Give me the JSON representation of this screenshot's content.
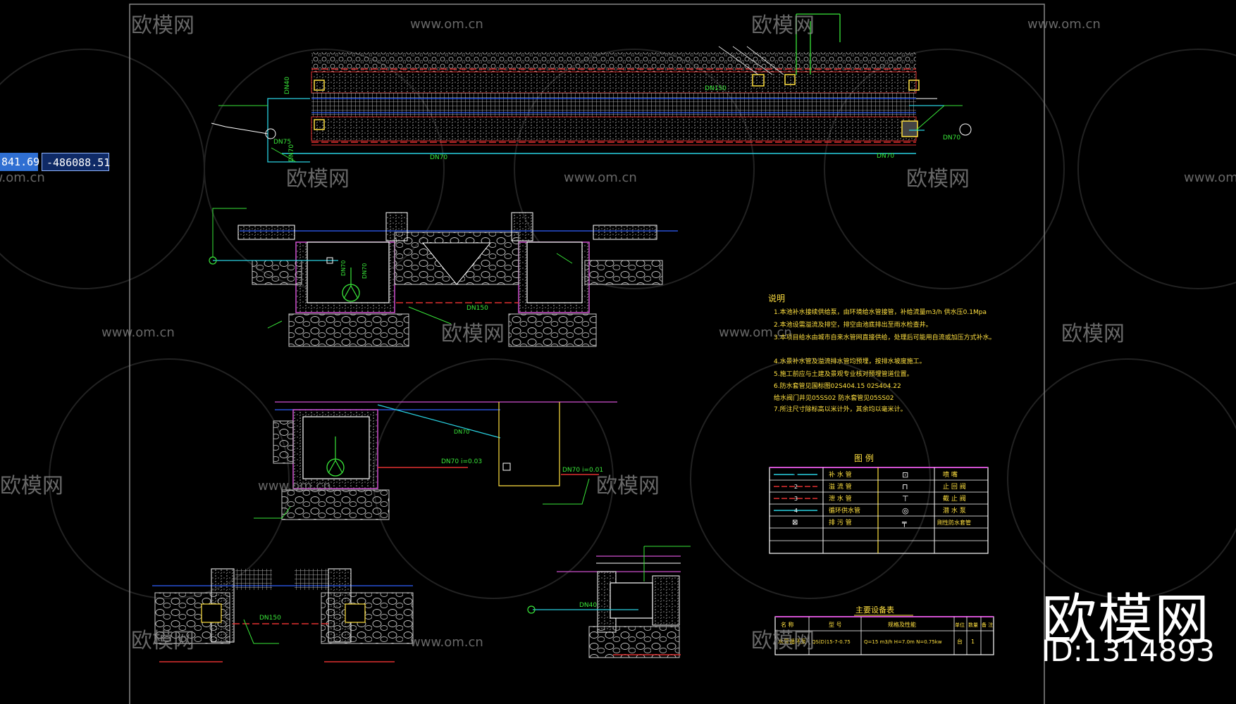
{
  "viewer": {
    "coord_x": "841.69",
    "coord_y": "-486088.51"
  },
  "watermark": {
    "brand": "欧模网",
    "site": "www.om.cn",
    "id": "ID:1314893"
  },
  "plan_view": {
    "labels": [
      "DN40",
      "DN75",
      "DN70",
      "DN70",
      "DN70",
      "DN70",
      "DN150"
    ]
  },
  "section_a": {
    "labels": [
      "DN150",
      "DN70",
      "DN70"
    ]
  },
  "section_b": {
    "labels": [
      "DN70",
      "DN70 i=0.03",
      "DN70 i=0.01"
    ]
  },
  "detail_c": {
    "labels": [
      "DN150",
      "DN40"
    ]
  },
  "notes": {
    "title": "说明",
    "items": [
      "1.本池补水接续供给泵，由环境给水管接管，补给流量m3/h   供水压0.1Mpa",
      "2.本池设需溢流及排空，排空由池底排出至雨水检查井。",
      "3.本项目给水由城市自来水管网直接供给，处理后可能用自流或加压方式补水。",
      "4.水景补水管及溢流排水管均预埋，按排水坡度施工。",
      "5.施工前应与土建及景观专业核对预埋管道位置。",
      "6.防水套管见国标图02S404.15  02S404.22",
      "  给水阀门井见05SS02    防水套管见05SS02",
      "7.所注尺寸除标高以米计外，其余均以毫米计。"
    ]
  },
  "legend": {
    "title": "图    例",
    "rows": [
      {
        "line": "1",
        "name": "补 水 管",
        "symbol": "⊡",
        "desc": "喷 嘴"
      },
      {
        "line": "2",
        "name": "溢 流 管",
        "symbol": "⊓",
        "desc": "止 回 阀"
      },
      {
        "line": "3",
        "name": "泄 水 管",
        "symbol": "⊤",
        "desc": "截 止 阀"
      },
      {
        "line": "4",
        "name": "循环供水管",
        "symbol": "◎",
        "desc": "潜 水 泵"
      },
      {
        "line": "⊠",
        "name": "排 污 管",
        "symbol": "╤",
        "desc": "刚性防水套管"
      }
    ]
  },
  "equipment": {
    "title": "主要设备表",
    "headers": [
      "名 称",
      "型 号",
      "规格及性能",
      "单位",
      "数量",
      "备 注"
    ],
    "rows": [
      [
        "水景循环泵",
        "QS(D)15-7-0.75",
        "Q=15 m3/h  H=7.0m  N=0.75kw",
        "台",
        "1",
        ""
      ]
    ]
  }
}
